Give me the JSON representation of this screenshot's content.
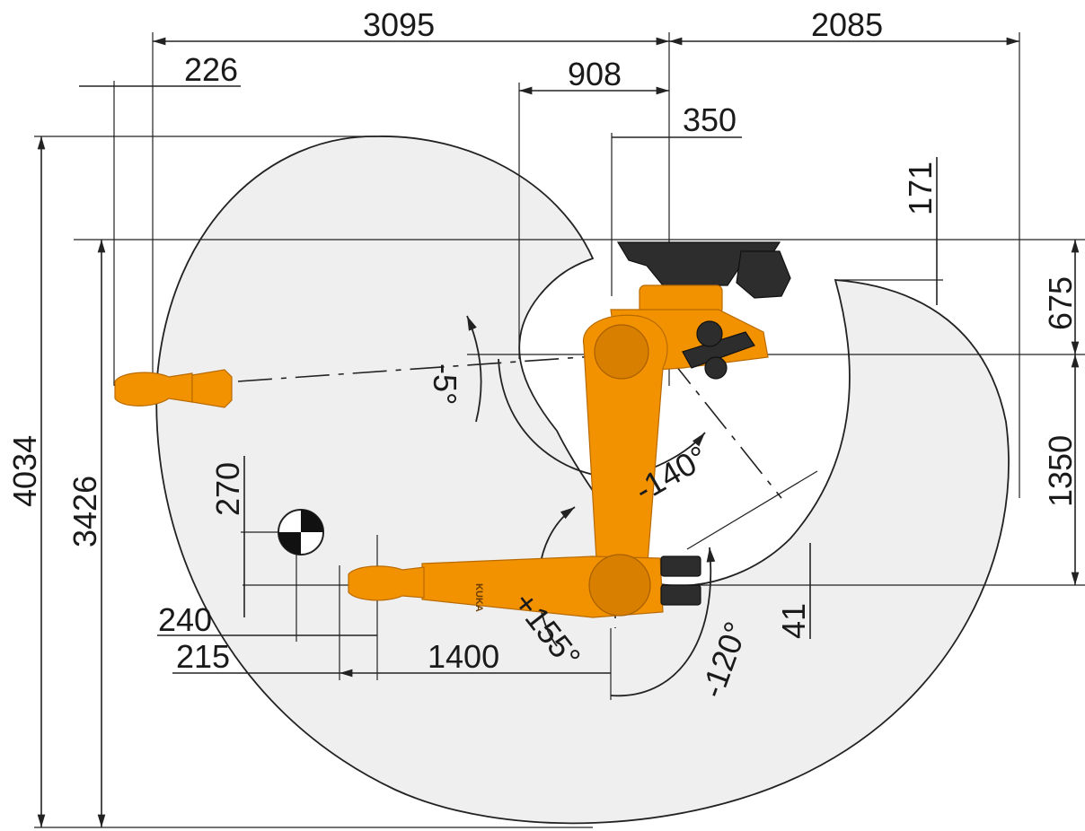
{
  "dimensions": {
    "width_3095": "3095",
    "width_2085": "2085",
    "offset_226": "226",
    "offset_908": "908",
    "offset_350": "350",
    "height_171": "171",
    "height_675": "675",
    "height_1350": "1350",
    "height_4034": "4034",
    "height_3426": "3426",
    "cog_270": "270",
    "cog_240": "240",
    "cog_215": "215",
    "reach_1400": "1400",
    "offset_41": "41"
  },
  "angles": {
    "a5": "-5°",
    "a140": "-140°",
    "a155": "+155°",
    "a120": "-120°"
  },
  "robot": {
    "brand": "KUKA"
  },
  "colors": {
    "robot_orange": "#f39200",
    "base_black": "#2d2d2d",
    "envelope_fill": "#efefef"
  }
}
